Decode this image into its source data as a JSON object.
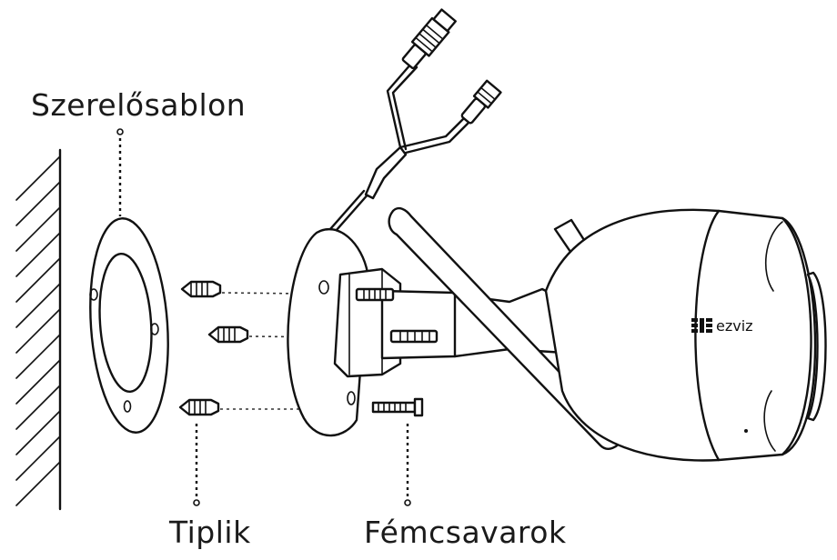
{
  "labels": {
    "mounting_template": "Szerelősablon",
    "anchors": "Tiplik",
    "metal_screws": "Fémcsavarok"
  },
  "brand": {
    "logo_text": "ezviz"
  },
  "colors": {
    "ink": "#111111",
    "background": "#ffffff"
  }
}
